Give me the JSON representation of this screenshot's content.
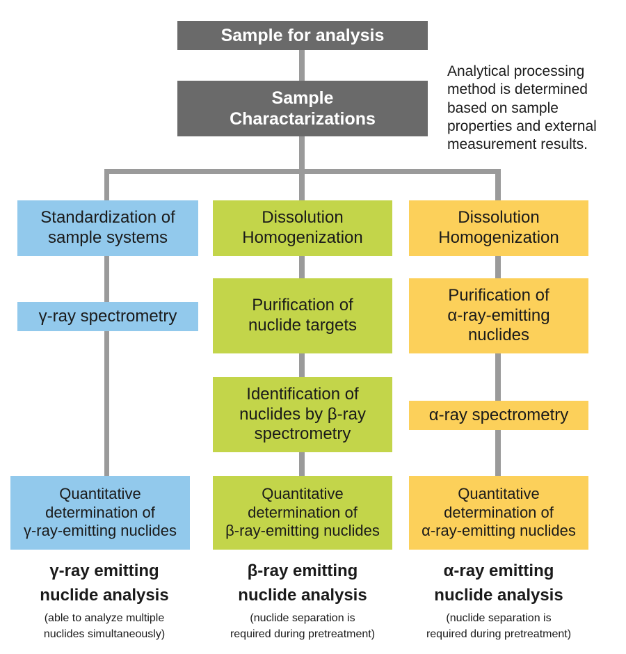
{
  "top": {
    "sample": "Sample for analysis",
    "characterization": "Sample\nCharactarizations",
    "note": "Analytical processing\nmethod is determined\nbased on sample\nproperties and external\nmeasurement results."
  },
  "columns": [
    {
      "color": "#92c9ec",
      "steps": [
        "Standardization of\nsample systems",
        "γ-ray spectrometry"
      ],
      "result": "Quantitative\ndetermination of\nγ-ray-emitting nuclides",
      "title": "γ-ray emitting\nnuclide analysis",
      "subtitle": "(able to analyze multiple\nnuclides simultaneously)"
    },
    {
      "color": "#c3d54a",
      "steps": [
        "Dissolution\nHomogenization",
        "Purification of\nnuclide targets",
        "Identification of\nnuclides by β-ray\nspectrometry"
      ],
      "result": "Quantitative\ndetermination of\nβ-ray-emitting nuclides",
      "title": "β-ray emitting\nnuclide analysis",
      "subtitle": "(nuclide separation is\nrequired during pretreatment)"
    },
    {
      "color": "#fcd05a",
      "steps": [
        "Dissolution\nHomogenization",
        "Purification of\nα-ray-emitting\nnuclides",
        "α-ray spectrometry"
      ],
      "result": "Quantitative\ndetermination of\nα-ray-emitting nuclides",
      "title": "α-ray emitting\nnuclide analysis",
      "subtitle": "(nuclide separation is\nrequired during pretreatment)"
    }
  ]
}
